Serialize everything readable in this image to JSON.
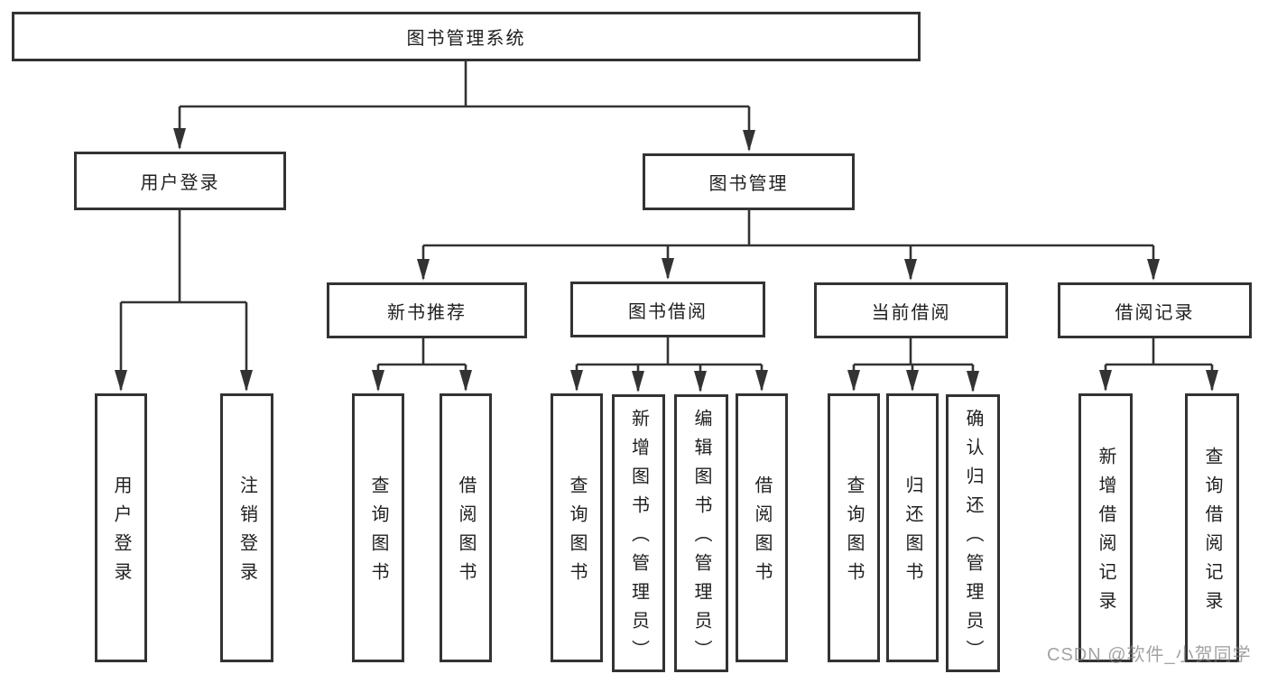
{
  "diagram": {
    "root": {
      "label": "图书管理系统",
      "children": [
        {
          "label": "用户登录",
          "children": [
            {
              "label": "用户登录"
            },
            {
              "label": "注销登录"
            }
          ]
        },
        {
          "label": "图书管理",
          "children": [
            {
              "label": "新书推荐",
              "children": [
                {
                  "label": "查询图书"
                },
                {
                  "label": "借阅图书"
                }
              ]
            },
            {
              "label": "图书借阅",
              "children": [
                {
                  "label": "查询图书"
                },
                {
                  "label": "新增图书（管理员）"
                },
                {
                  "label": "编辑图书（管理员）"
                },
                {
                  "label": "借阅图书"
                }
              ]
            },
            {
              "label": "当前借阅",
              "children": [
                {
                  "label": "查询图书"
                },
                {
                  "label": "归还图书"
                },
                {
                  "label": "确认归还（管理员）"
                }
              ]
            },
            {
              "label": "借阅记录",
              "children": [
                {
                  "label": "新增借阅记录"
                },
                {
                  "label": "查询借阅记录"
                }
              ]
            }
          ]
        }
      ]
    }
  },
  "watermark": "CSDN @软件_小贺同学",
  "colors": {
    "line": "#333333",
    "text": "#1f1f1f",
    "background": "#ffffff",
    "watermark": "#808080"
  }
}
